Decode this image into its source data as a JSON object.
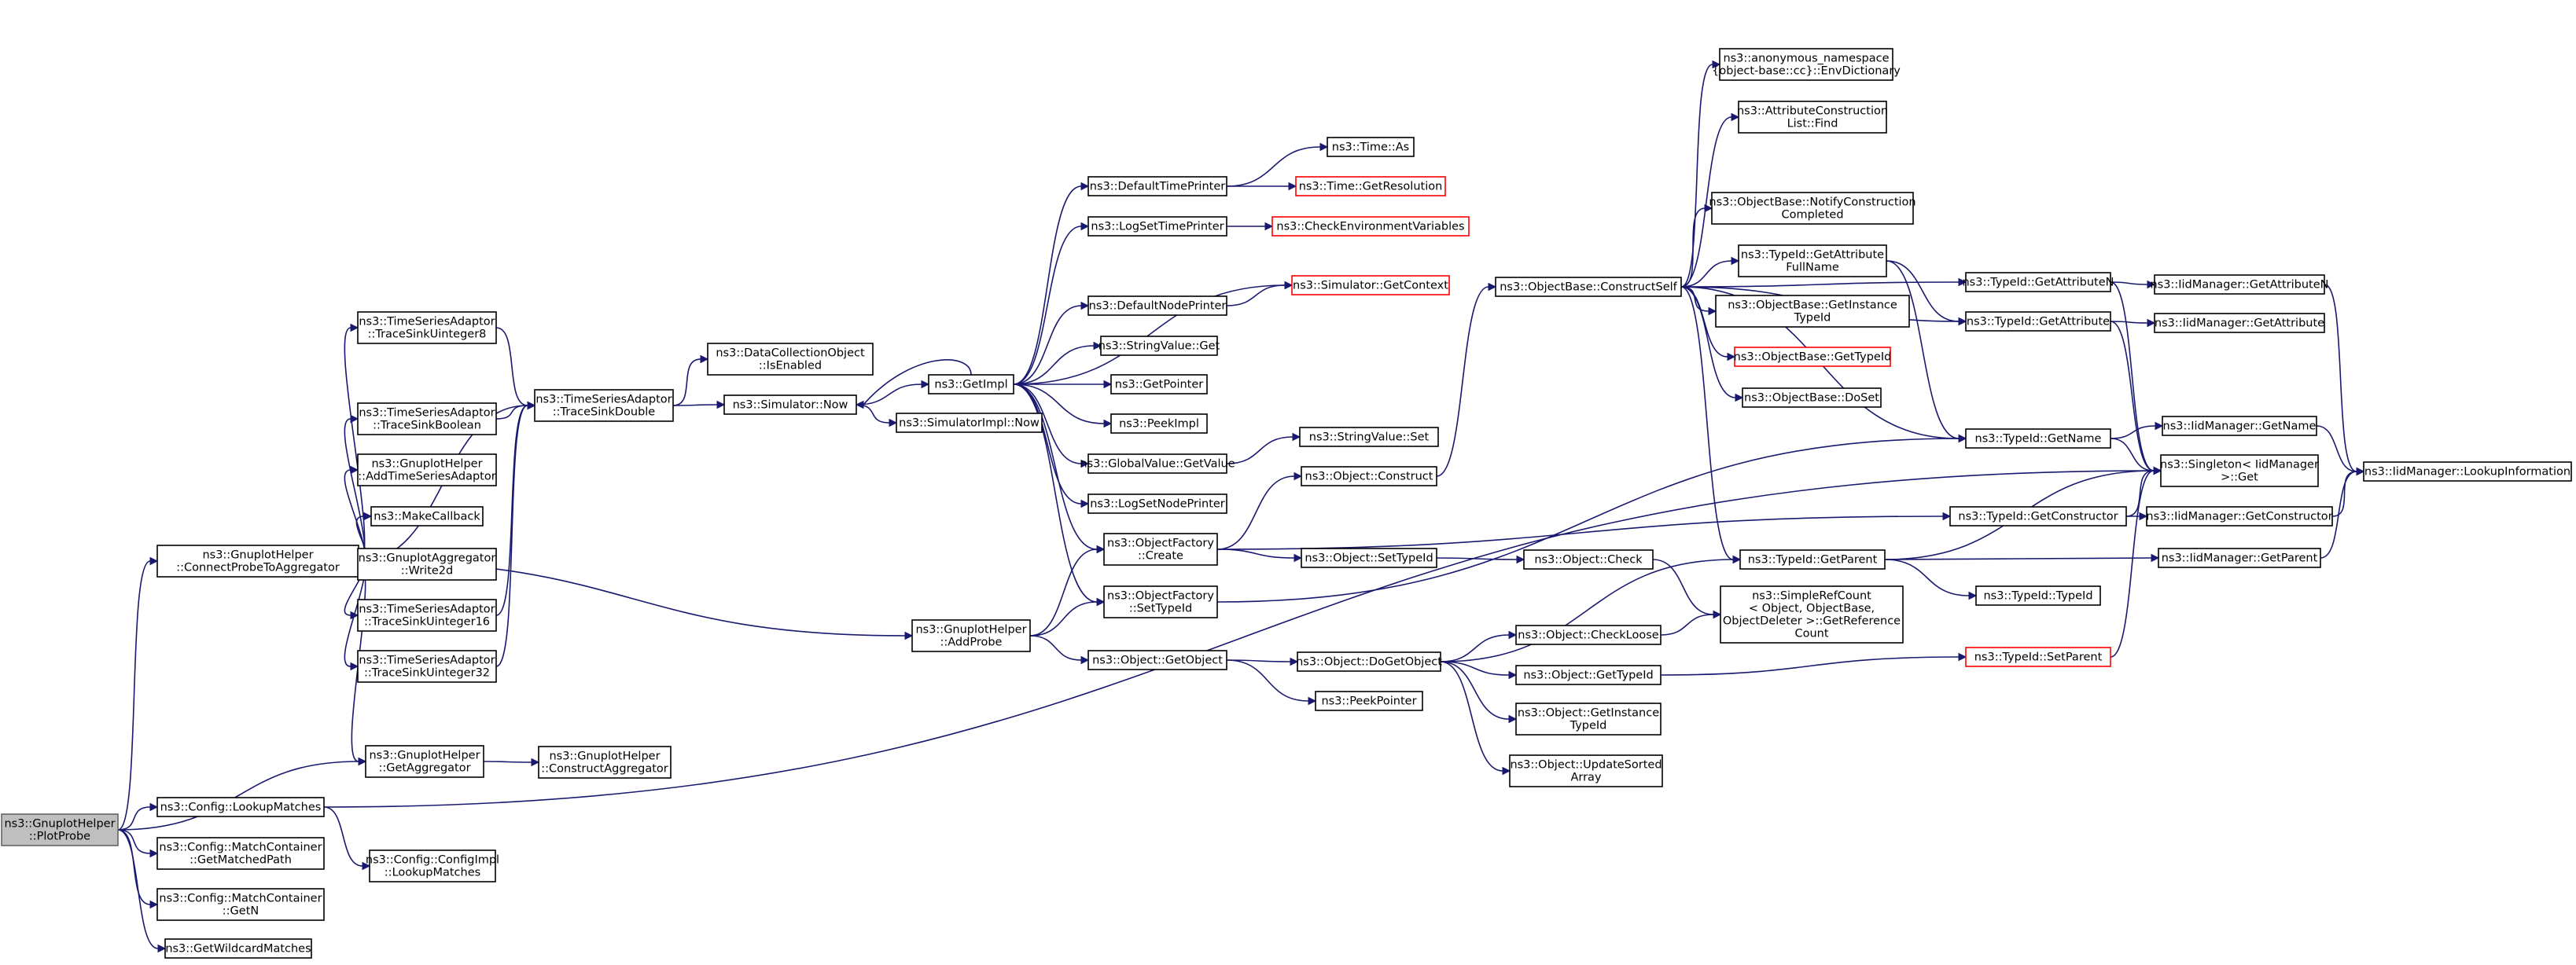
{
  "diagram": {
    "type": "call-graph",
    "nodes": [
      {
        "id": "n0",
        "lines": [
          "ns3::GnuplotHelper",
          "::PlotProbe"
        ],
        "root": true
      },
      {
        "id": "n1",
        "lines": [
          "ns3::GnuplotHelper",
          "::ConnectProbeToAggregator"
        ]
      },
      {
        "id": "n2",
        "lines": [
          "ns3::Config::LookupMatches"
        ]
      },
      {
        "id": "n3",
        "lines": [
          "ns3::Config::MatchContainer",
          "::GetMatchedPath"
        ]
      },
      {
        "id": "n4",
        "lines": [
          "ns3::Config::MatchContainer",
          "::GetN"
        ]
      },
      {
        "id": "n5",
        "lines": [
          "ns3::GetWildcardMatches"
        ]
      },
      {
        "id": "n6",
        "lines": [
          "ns3::GnuplotHelper",
          "::GetAggregator"
        ]
      },
      {
        "id": "n7",
        "lines": [
          "ns3::TimeSeriesAdaptor",
          "::TraceSinkUinteger8"
        ]
      },
      {
        "id": "n8",
        "lines": [
          "ns3::TimeSeriesAdaptor",
          "::TraceSinkBoolean"
        ]
      },
      {
        "id": "n9",
        "lines": [
          "ns3::GnuplotHelper",
          "::AddTimeSeriesAdaptor"
        ]
      },
      {
        "id": "n10",
        "lines": [
          "ns3::MakeCallback"
        ]
      },
      {
        "id": "n11",
        "lines": [
          "ns3::GnuplotAggregator",
          "::Write2d"
        ]
      },
      {
        "id": "n12",
        "lines": [
          "ns3::TimeSeriesAdaptor",
          "::TraceSinkUinteger16"
        ]
      },
      {
        "id": "n13",
        "lines": [
          "ns3::TimeSeriesAdaptor",
          "::TraceSinkUinteger32"
        ]
      },
      {
        "id": "n14",
        "lines": [
          "ns3::GnuplotHelper",
          "::ConstructAggregator"
        ]
      },
      {
        "id": "n15",
        "lines": [
          "ns3::Config::ConfigImpl",
          "::LookupMatches"
        ]
      },
      {
        "id": "n16",
        "lines": [
          "ns3::TimeSeriesAdaptor",
          "::TraceSinkDouble"
        ]
      },
      {
        "id": "n17",
        "lines": [
          "ns3::DataCollectionObject",
          "::IsEnabled"
        ]
      },
      {
        "id": "n18",
        "lines": [
          "ns3::Simulator::Now"
        ]
      },
      {
        "id": "n19",
        "lines": [
          "ns3::GnuplotHelper",
          "::AddProbe"
        ]
      },
      {
        "id": "n20",
        "lines": [
          "ns3::GetImpl"
        ]
      },
      {
        "id": "n21",
        "lines": [
          "ns3::SimulatorImpl::Now"
        ]
      },
      {
        "id": "n22",
        "lines": [
          "ns3::DefaultTimePrinter"
        ]
      },
      {
        "id": "n23",
        "lines": [
          "ns3::LogSetTimePrinter"
        ]
      },
      {
        "id": "n24",
        "lines": [
          "ns3::DefaultNodePrinter"
        ]
      },
      {
        "id": "n25",
        "lines": [
          "ns3::StringValue::Get"
        ]
      },
      {
        "id": "n26",
        "lines": [
          "ns3::GetPointer"
        ]
      },
      {
        "id": "n27",
        "lines": [
          "ns3::PeekImpl"
        ]
      },
      {
        "id": "n28",
        "lines": [
          "ns3::GlobalValue::GetValue"
        ]
      },
      {
        "id": "n29",
        "lines": [
          "ns3::LogSetNodePrinter"
        ]
      },
      {
        "id": "n30",
        "lines": [
          "ns3::ObjectFactory",
          "::Create"
        ]
      },
      {
        "id": "n31",
        "lines": [
          "ns3::ObjectFactory",
          "::SetTypeId"
        ]
      },
      {
        "id": "n32",
        "lines": [
          "ns3::Object::GetObject"
        ]
      },
      {
        "id": "n33",
        "lines": [
          "ns3::Time::As"
        ]
      },
      {
        "id": "n34",
        "lines": [
          "ns3::Time::GetResolution"
        ],
        "red": true
      },
      {
        "id": "n35",
        "lines": [
          "ns3::CheckEnvironmentVariables"
        ],
        "red": true
      },
      {
        "id": "n36",
        "lines": [
          "ns3::Simulator::GetContext"
        ],
        "red": true
      },
      {
        "id": "n37",
        "lines": [
          "ns3::StringValue::Set"
        ]
      },
      {
        "id": "n38",
        "lines": [
          "ns3::Object::Construct"
        ]
      },
      {
        "id": "n39",
        "lines": [
          "ns3::Object::SetTypeId"
        ]
      },
      {
        "id": "n40",
        "lines": [
          "ns3::Object::DoGetObject"
        ]
      },
      {
        "id": "n41",
        "lines": [
          "ns3::PeekPointer"
        ]
      },
      {
        "id": "n42",
        "lines": [
          "ns3::ObjectBase::ConstructSelf"
        ]
      },
      {
        "id": "n43",
        "lines": [
          "ns3::Object::Check"
        ]
      },
      {
        "id": "n44",
        "lines": [
          "ns3::Object::CheckLoose"
        ]
      },
      {
        "id": "n45",
        "lines": [
          "ns3::Object::GetTypeId"
        ]
      },
      {
        "id": "n46",
        "lines": [
          "ns3::Object::GetInstance",
          "TypeId"
        ]
      },
      {
        "id": "n47",
        "lines": [
          "ns3::Object::UpdateSorted",
          "Array"
        ]
      },
      {
        "id": "n48",
        "lines": [
          "ns3::anonymous_namespace",
          "{object-base::cc}::EnvDictionary"
        ]
      },
      {
        "id": "n49",
        "lines": [
          "ns3::AttributeConstruction",
          "List::Find"
        ]
      },
      {
        "id": "n50",
        "lines": [
          "ns3::ObjectBase::NotifyConstruction",
          "Completed"
        ]
      },
      {
        "id": "n51",
        "lines": [
          "ns3::TypeId::GetAttribute",
          "FullName"
        ]
      },
      {
        "id": "n52",
        "lines": [
          "ns3::ObjectBase::GetInstance",
          "TypeId"
        ]
      },
      {
        "id": "n53",
        "lines": [
          "ns3::ObjectBase::GetTypeId"
        ],
        "red": true
      },
      {
        "id": "n54",
        "lines": [
          "ns3::ObjectBase::DoSet"
        ]
      },
      {
        "id": "n55",
        "lines": [
          "ns3::TypeId::GetParent"
        ]
      },
      {
        "id": "n56",
        "lines": [
          "ns3::SimpleRefCount",
          "< Object, ObjectBase,",
          "ObjectDeleter >::GetReference",
          "Count"
        ]
      },
      {
        "id": "n57",
        "lines": [
          "ns3::TypeId::GetAttributeN"
        ]
      },
      {
        "id": "n58",
        "lines": [
          "ns3::TypeId::GetAttribute"
        ]
      },
      {
        "id": "n59",
        "lines": [
          "ns3::TypeId::GetName"
        ]
      },
      {
        "id": "n60",
        "lines": [
          "ns3::TypeId::GetConstructor"
        ]
      },
      {
        "id": "n61",
        "lines": [
          "ns3::TypeId::TypeId"
        ]
      },
      {
        "id": "n62",
        "lines": [
          "ns3::TypeId::SetParent"
        ],
        "red": true
      },
      {
        "id": "n63",
        "lines": [
          "ns3::IidManager::GetAttributeN"
        ]
      },
      {
        "id": "n64",
        "lines": [
          "ns3::IidManager::GetAttribute"
        ]
      },
      {
        "id": "n65",
        "lines": [
          "ns3::IidManager::GetName"
        ]
      },
      {
        "id": "n66",
        "lines": [
          "ns3::Singleton< IidManager",
          ">::Get"
        ]
      },
      {
        "id": "n67",
        "lines": [
          "ns3::IidManager::GetConstructor"
        ]
      },
      {
        "id": "n68",
        "lines": [
          "ns3::IidManager::GetParent"
        ]
      },
      {
        "id": "n69",
        "lines": [
          "ns3::IidManager::LookupInformation"
        ]
      }
    ],
    "edges": [
      [
        "n0",
        "n1"
      ],
      [
        "n0",
        "n2"
      ],
      [
        "n0",
        "n3"
      ],
      [
        "n0",
        "n4"
      ],
      [
        "n0",
        "n5"
      ],
      [
        "n0",
        "n6"
      ],
      [
        "n1",
        "n6"
      ],
      [
        "n1",
        "n7"
      ],
      [
        "n1",
        "n8"
      ],
      [
        "n1",
        "n9"
      ],
      [
        "n1",
        "n10"
      ],
      [
        "n1",
        "n11"
      ],
      [
        "n1",
        "n12"
      ],
      [
        "n1",
        "n13"
      ],
      [
        "n1",
        "n16"
      ],
      [
        "n1",
        "n19"
      ],
      [
        "n2",
        "n15"
      ],
      [
        "n2",
        "n66"
      ],
      [
        "n6",
        "n14"
      ],
      [
        "n7",
        "n16"
      ],
      [
        "n8",
        "n16"
      ],
      [
        "n12",
        "n16"
      ],
      [
        "n13",
        "n16"
      ],
      [
        "n16",
        "n17"
      ],
      [
        "n16",
        "n18"
      ],
      [
        "n18",
        "n20"
      ],
      [
        "n18",
        "n21"
      ],
      [
        "n19",
        "n30"
      ],
      [
        "n19",
        "n31"
      ],
      [
        "n19",
        "n32"
      ],
      [
        "n20",
        "n22"
      ],
      [
        "n20",
        "n23"
      ],
      [
        "n20",
        "n24"
      ],
      [
        "n20",
        "n25"
      ],
      [
        "n20",
        "n26"
      ],
      [
        "n20",
        "n27"
      ],
      [
        "n20",
        "n28"
      ],
      [
        "n20",
        "n29"
      ],
      [
        "n20",
        "n30"
      ],
      [
        "n20",
        "n31"
      ],
      [
        "n20",
        "n36"
      ],
      [
        "n20",
        "n18"
      ],
      [
        "n22",
        "n33"
      ],
      [
        "n22",
        "n34"
      ],
      [
        "n23",
        "n35"
      ],
      [
        "n24",
        "n36"
      ],
      [
        "n28",
        "n37"
      ],
      [
        "n30",
        "n38"
      ],
      [
        "n30",
        "n39"
      ],
      [
        "n30",
        "n60"
      ],
      [
        "n31",
        "n59"
      ],
      [
        "n32",
        "n40"
      ],
      [
        "n32",
        "n41"
      ],
      [
        "n38",
        "n42"
      ],
      [
        "n39",
        "n43"
      ],
      [
        "n40",
        "n44"
      ],
      [
        "n40",
        "n45"
      ],
      [
        "n40",
        "n46"
      ],
      [
        "n40",
        "n47"
      ],
      [
        "n40",
        "n55"
      ],
      [
        "n42",
        "n48"
      ],
      [
        "n42",
        "n49"
      ],
      [
        "n42",
        "n50"
      ],
      [
        "n42",
        "n51"
      ],
      [
        "n42",
        "n52"
      ],
      [
        "n42",
        "n53"
      ],
      [
        "n42",
        "n54"
      ],
      [
        "n42",
        "n55"
      ],
      [
        "n42",
        "n57"
      ],
      [
        "n42",
        "n58"
      ],
      [
        "n42",
        "n59"
      ],
      [
        "n43",
        "n56"
      ],
      [
        "n44",
        "n56"
      ],
      [
        "n45",
        "n62"
      ],
      [
        "n51",
        "n58"
      ],
      [
        "n51",
        "n59"
      ],
      [
        "n55",
        "n61"
      ],
      [
        "n55",
        "n68"
      ],
      [
        "n55",
        "n66"
      ],
      [
        "n57",
        "n63"
      ],
      [
        "n57",
        "n66"
      ],
      [
        "n58",
        "n64"
      ],
      [
        "n58",
        "n66"
      ],
      [
        "n59",
        "n65"
      ],
      [
        "n59",
        "n66"
      ],
      [
        "n60",
        "n67"
      ],
      [
        "n60",
        "n66"
      ],
      [
        "n62",
        "n66"
      ],
      [
        "n63",
        "n69"
      ],
      [
        "n65",
        "n69"
      ],
      [
        "n67",
        "n69"
      ],
      [
        "n68",
        "n69"
      ]
    ]
  }
}
